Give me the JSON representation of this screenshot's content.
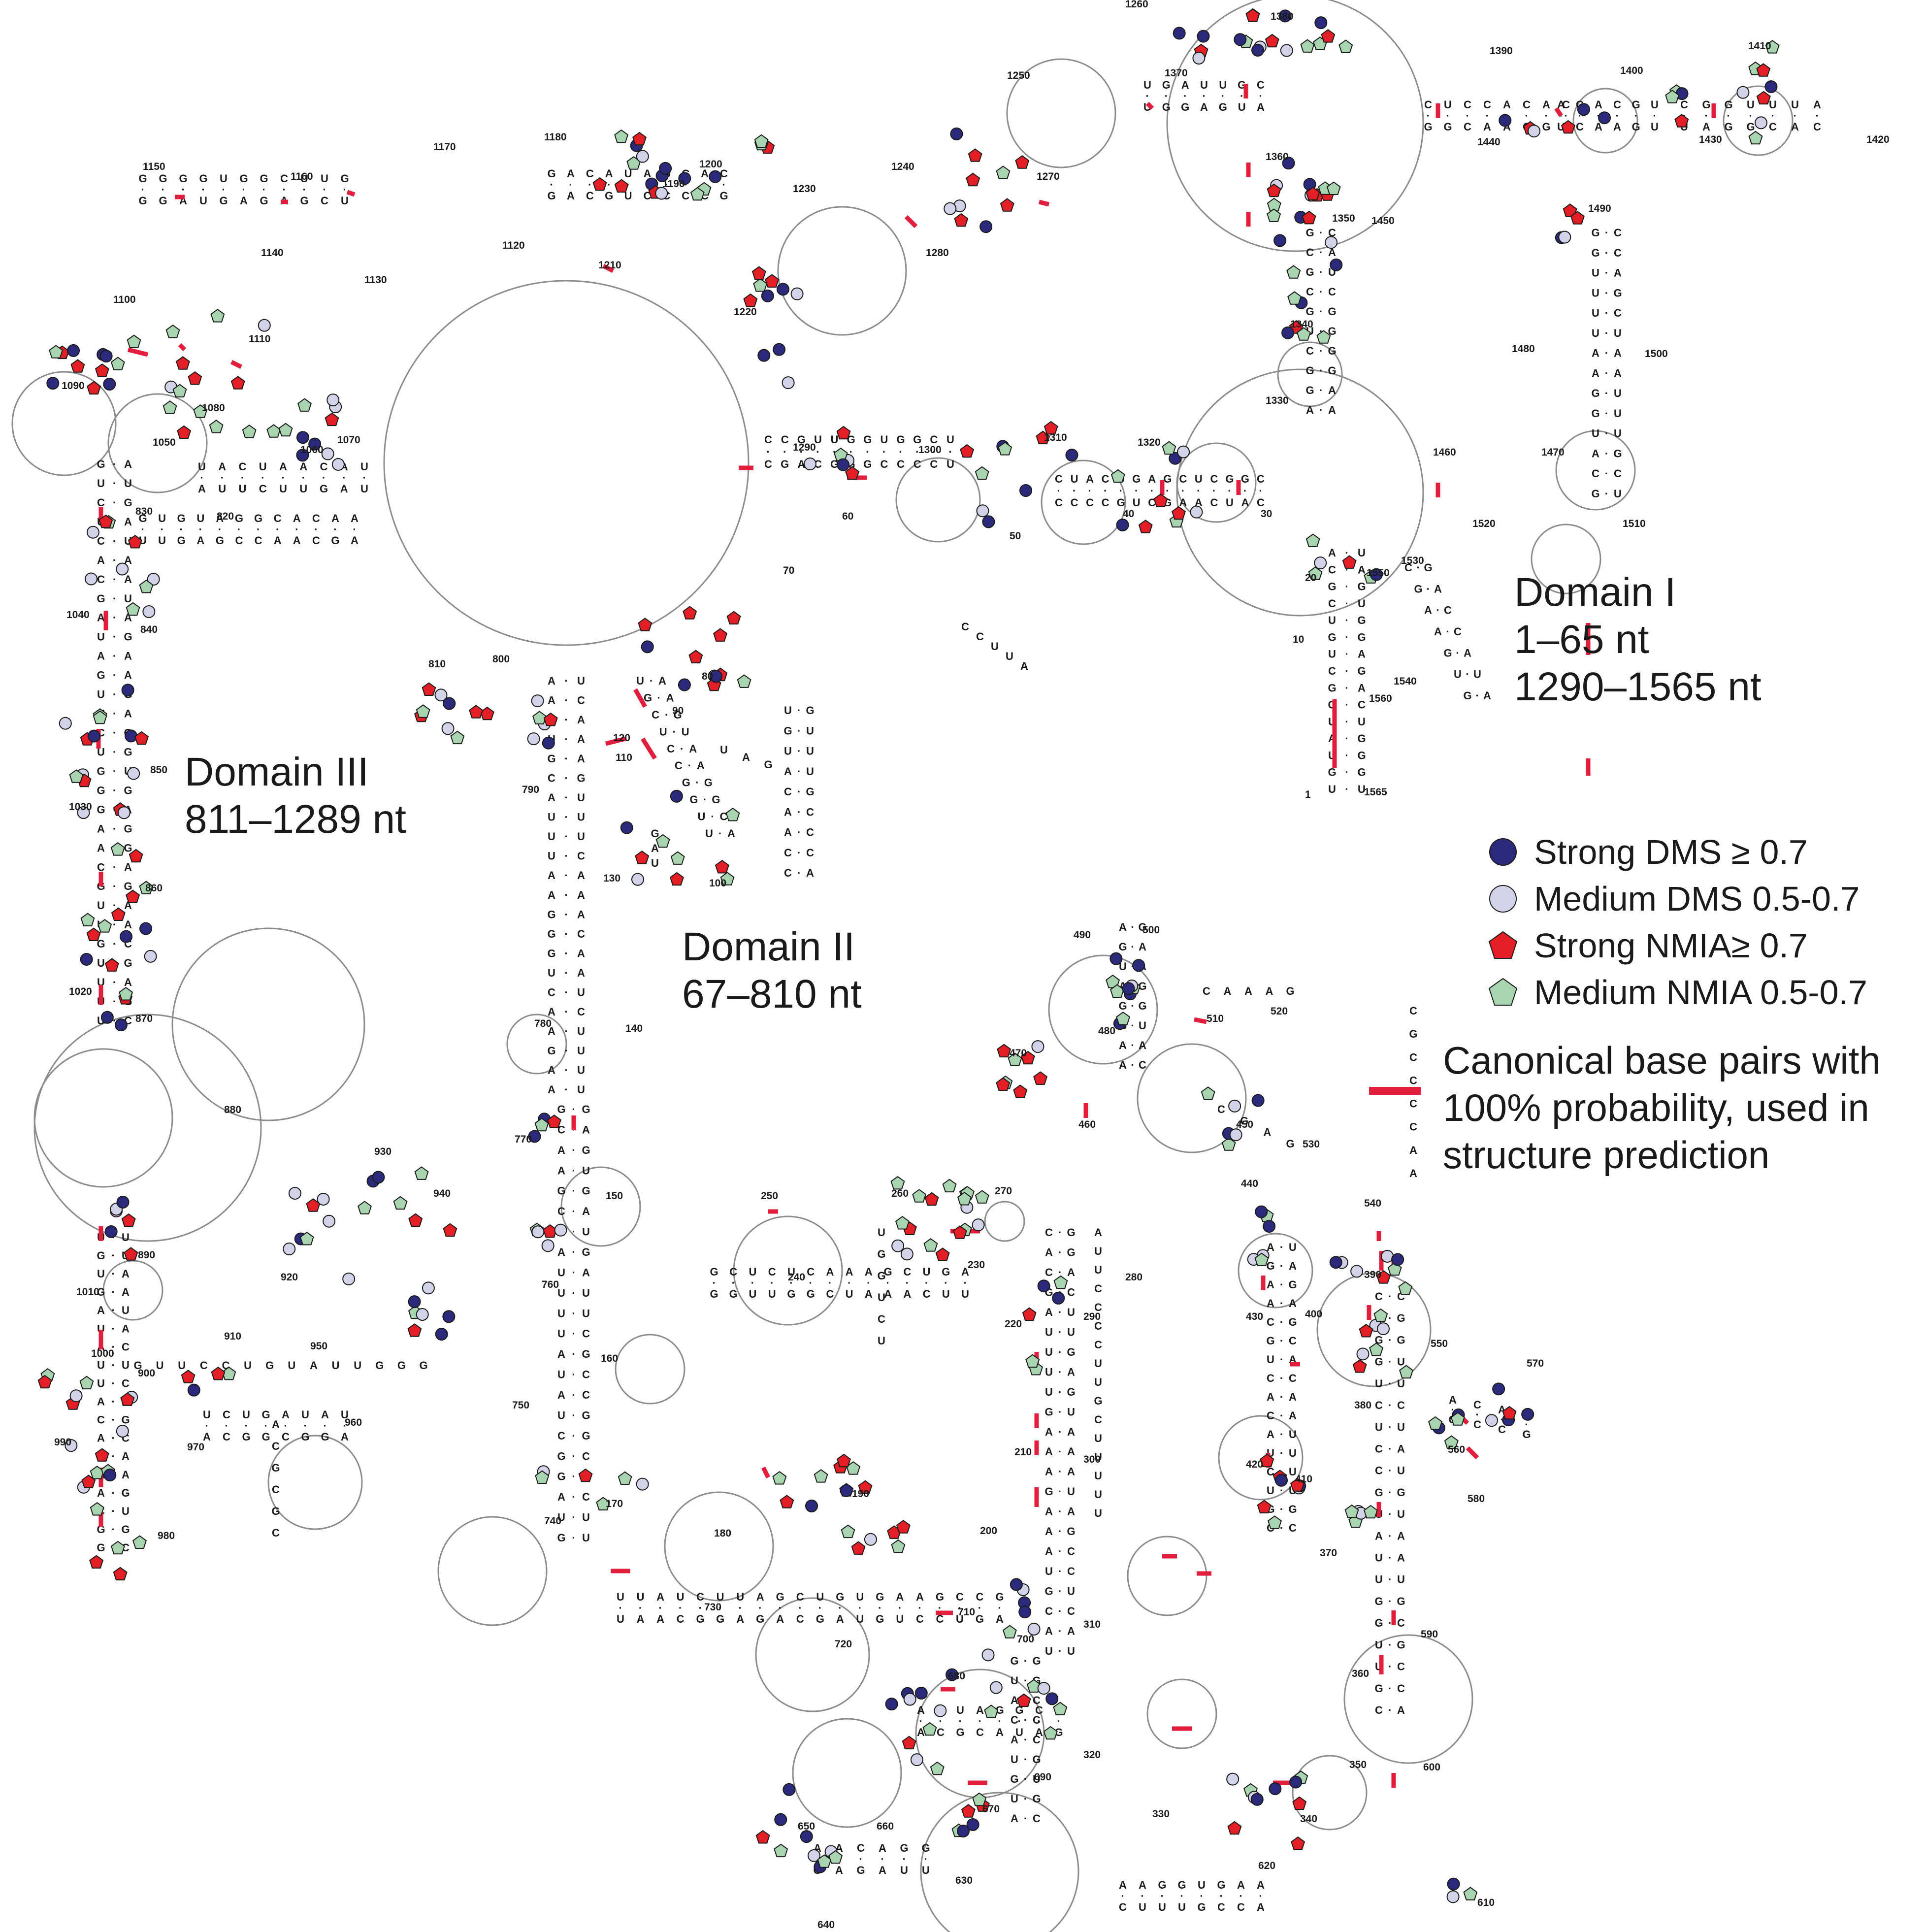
{
  "domains": [
    {
      "id": "domain-1",
      "lines": [
        "Domain I",
        "1–65 nt",
        "1290–1565 nt"
      ]
    },
    {
      "id": "domain-2",
      "lines": [
        "Domain II",
        "67–810 nt"
      ]
    },
    {
      "id": "domain-3",
      "lines": [
        "Domain III",
        "811–1289 nt"
      ]
    }
  ],
  "legend": {
    "strong_dms": "Strong DMS ≥ 0.7",
    "medium_dms": "Medium DMS 0.5-0.7",
    "strong_nmia": "Strong NMIA≥ 0.7",
    "medium_nmia": "Medium NMIA 0.5-0.7",
    "canonical": [
      "Canonical base pairs with",
      "100% probability, used in",
      "structure prediction"
    ]
  },
  "colors": {
    "strong_dms": "#2b2a7a",
    "medium_dms": "#d2d2e8",
    "strong_nmia": "#e31e24",
    "medium_nmia": "#a8d5b0",
    "canonical_pair": "#e31e3c",
    "backbone": "#8c8c8c",
    "text": "#1a1a1a"
  },
  "position_labels": [
    "1",
    "10",
    "20",
    "30",
    "40",
    "50",
    "60",
    "70",
    "80",
    "90",
    "100",
    "110",
    "120",
    "130",
    "140",
    "150",
    "160",
    "170",
    "180",
    "190",
    "200",
    "210",
    "220",
    "230",
    "240",
    "250",
    "260",
    "270",
    "280",
    "290",
    "300",
    "310",
    "320",
    "330",
    "340",
    "350",
    "360",
    "370",
    "380",
    "390",
    "400",
    "410",
    "420",
    "430",
    "440",
    "450",
    "460",
    "470",
    "480",
    "490",
    "500",
    "510",
    "520",
    "530",
    "540",
    "550",
    "560",
    "570",
    "580",
    "590",
    "600",
    "610",
    "620",
    "630",
    "640",
    "650",
    "660",
    "670",
    "680",
    "690",
    "700",
    "710",
    "720",
    "730",
    "740",
    "750",
    "760",
    "770",
    "780",
    "790",
    "800",
    "810",
    "820",
    "830",
    "840",
    "850",
    "860",
    "870",
    "880",
    "890",
    "900",
    "910",
    "920",
    "930",
    "940",
    "950",
    "960",
    "970",
    "980",
    "990",
    "1000",
    "1010",
    "1020",
    "1030",
    "1040",
    "1050",
    "1060",
    "1070",
    "1080",
    "1090",
    "1100",
    "1110",
    "1120",
    "1130",
    "1140",
    "1150",
    "1160",
    "1170",
    "1180",
    "1190",
    "1200",
    "1210",
    "1220",
    "1230",
    "1240",
    "1250",
    "1260",
    "1270",
    "1280",
    "1290",
    "1300",
    "1310",
    "1320",
    "1330",
    "1340",
    "1350",
    "1360",
    "1370",
    "1380",
    "1390",
    "1400",
    "1410",
    "1420",
    "1430",
    "1440",
    "1450",
    "1460",
    "1470",
    "1480",
    "1490",
    "1500",
    "1510",
    "1520",
    "1530",
    "1540",
    "1550",
    "1560",
    "1565"
  ]
}
